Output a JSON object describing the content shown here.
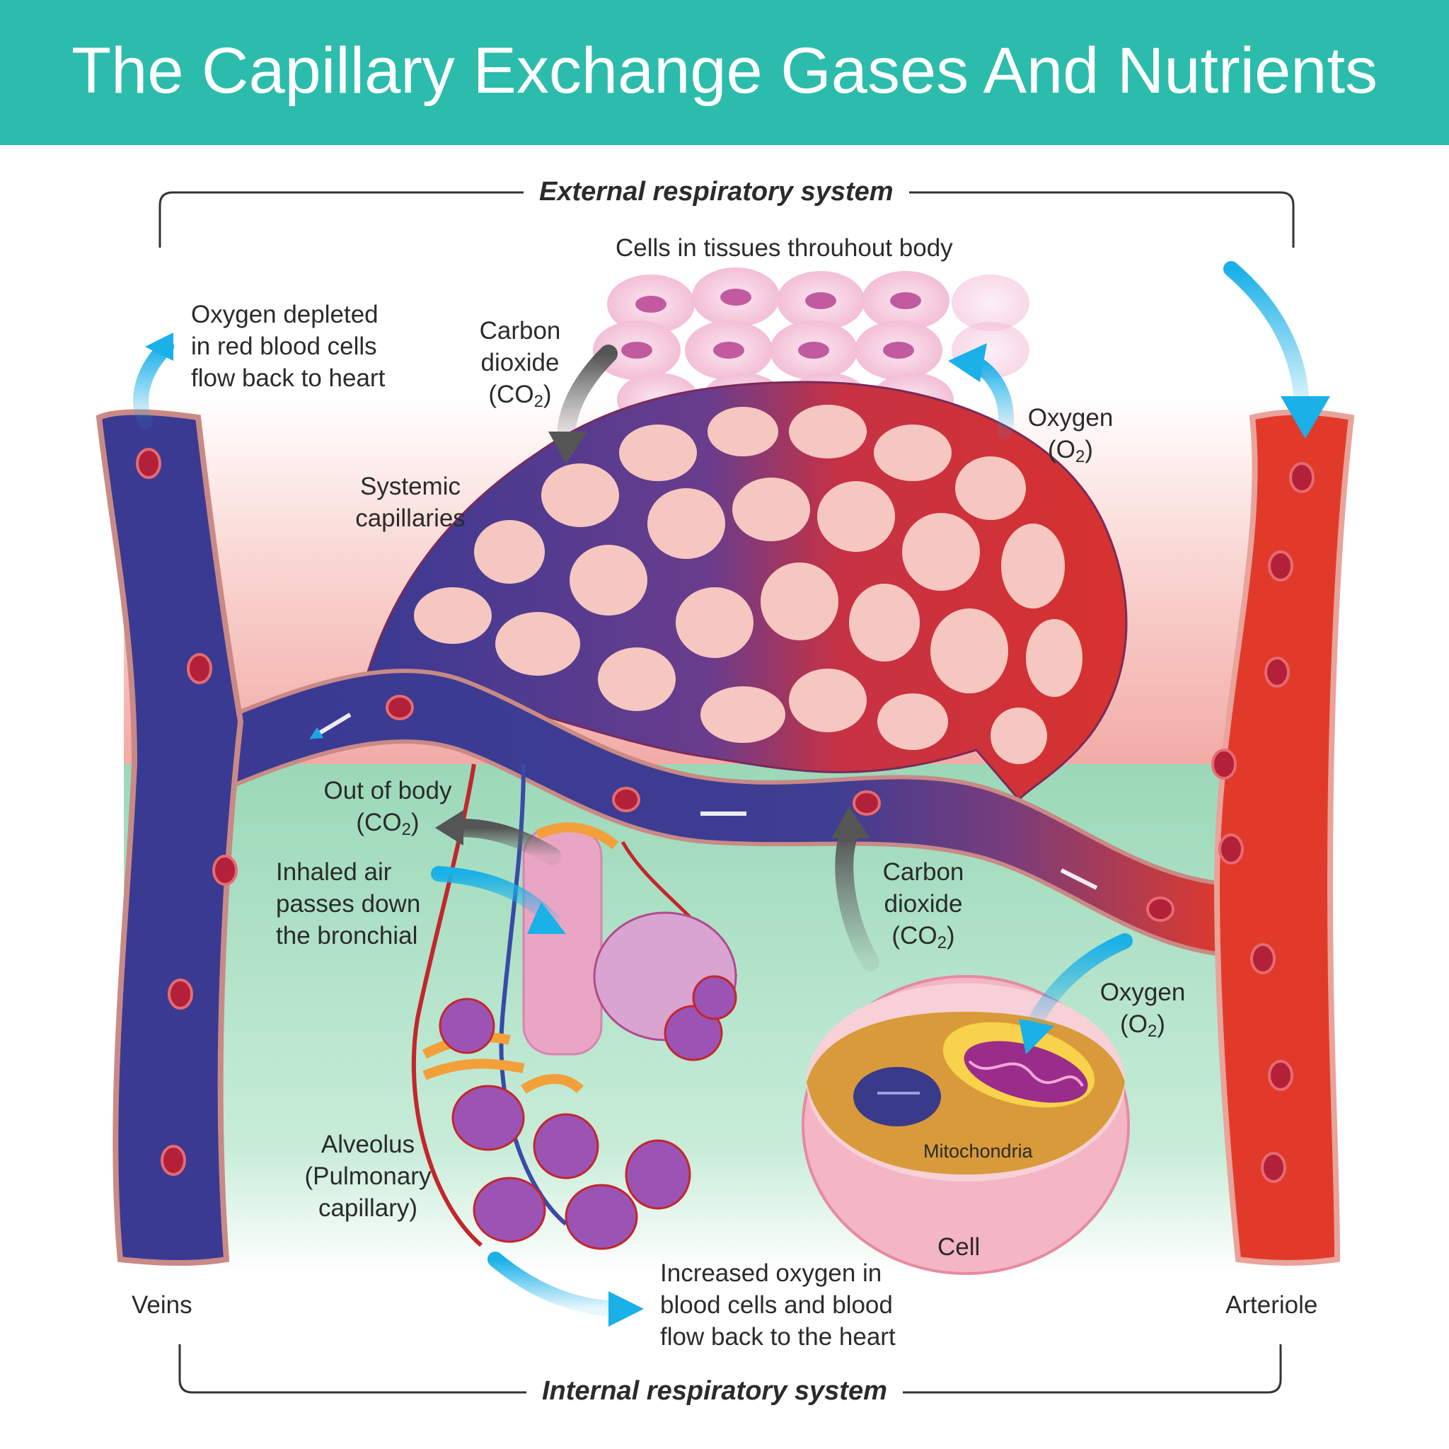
{
  "title": "The Capillary Exchange Gases And Nutrients",
  "sections": {
    "external": "External respiratory system",
    "internal": "Internal respiratory system"
  },
  "labels": {
    "cells_tissues": "Cells in tissues throuhout body",
    "oxygen_depleted": [
      "Oxygen depleted",
      "in red blood cells",
      "flow back to heart"
    ],
    "carbon_dioxide_top": [
      "Carbon",
      "dioxide"
    ],
    "oxygen_top": "Oxygen",
    "systemic": [
      "Systemic",
      "capillaries"
    ],
    "out_of_body": "Out of body",
    "inhaled": [
      "Inhaled air",
      "passes down",
      "the bronchial"
    ],
    "carbon_dioxide_cell": [
      "Carbon",
      "dioxide"
    ],
    "oxygen_right": "Oxygen",
    "mitochondria": "Mitochondria",
    "alveolus": [
      "Alveolus",
      "(Pulmonary",
      "capillary)"
    ],
    "cell": "Cell",
    "increased": [
      "Increased oxygen in",
      "blood cells and blood",
      "flow back to the heart"
    ],
    "veins": "Veins",
    "arteriole": "Arteriole"
  },
  "formulas": {
    "co2_prefix": "(CO",
    "co2_sub": "2",
    "o2_prefix": "(O",
    "o2_sub": "2",
    "close": ")"
  },
  "colors": {
    "header": "#2bbcac",
    "vein": "#3a3a92",
    "artery": "#e23a2a",
    "oxygen_arrow": "#1ab0e8",
    "co2_arrow": "#6a6a6a",
    "tissue_bg": "#f6c8c2",
    "lung_bg": "#a6dcc0"
  }
}
